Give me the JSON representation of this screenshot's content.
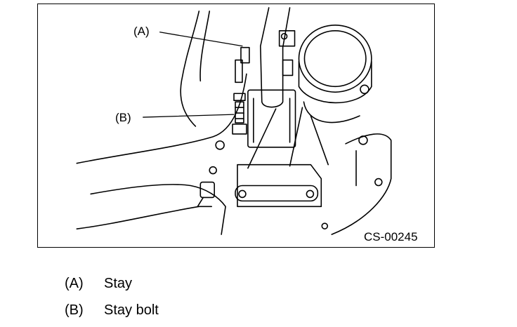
{
  "figure": {
    "code": "CS-00245",
    "callouts": [
      {
        "key": "(A)"
      },
      {
        "key": "(B)"
      }
    ]
  },
  "legend": [
    {
      "key": "(A)",
      "label": "Stay"
    },
    {
      "key": "(B)",
      "label": "Stay bolt"
    }
  ]
}
